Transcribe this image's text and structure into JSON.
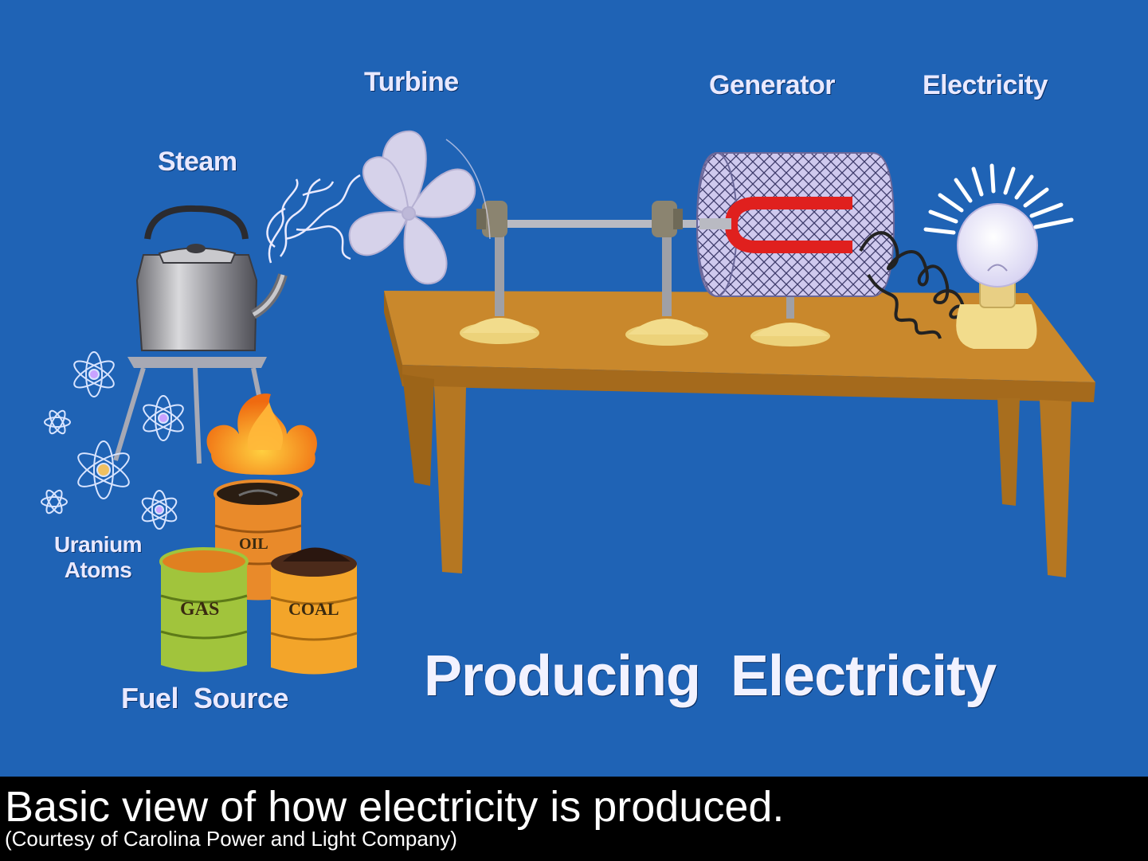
{
  "labels": {
    "turbine": "Turbine",
    "generator": "Generator",
    "electricity": "Electricity",
    "steam": "Steam",
    "uranium_line1": "Uranium",
    "uranium_line2": "Atoms",
    "fuel_source": "Fuel  Source",
    "title": "Producing  Electricity"
  },
  "barrels": {
    "oil": "OIL",
    "gas": "GAS",
    "coal": "COAL"
  },
  "caption": {
    "main": "Basic view of how electricity is produced.",
    "credit": "(Courtesy of Carolina Power and Light Company)"
  },
  "colors": {
    "background": "#1f63b5",
    "table": "#c8862a",
    "generator_mesh": "#c9c3ea",
    "magnet": "#e0201e",
    "flame": "#f07e1e",
    "oil_barrel": "#e98a2a",
    "gas_barrel": "#9fc43a",
    "coal_barrel": "#f3a52a"
  }
}
